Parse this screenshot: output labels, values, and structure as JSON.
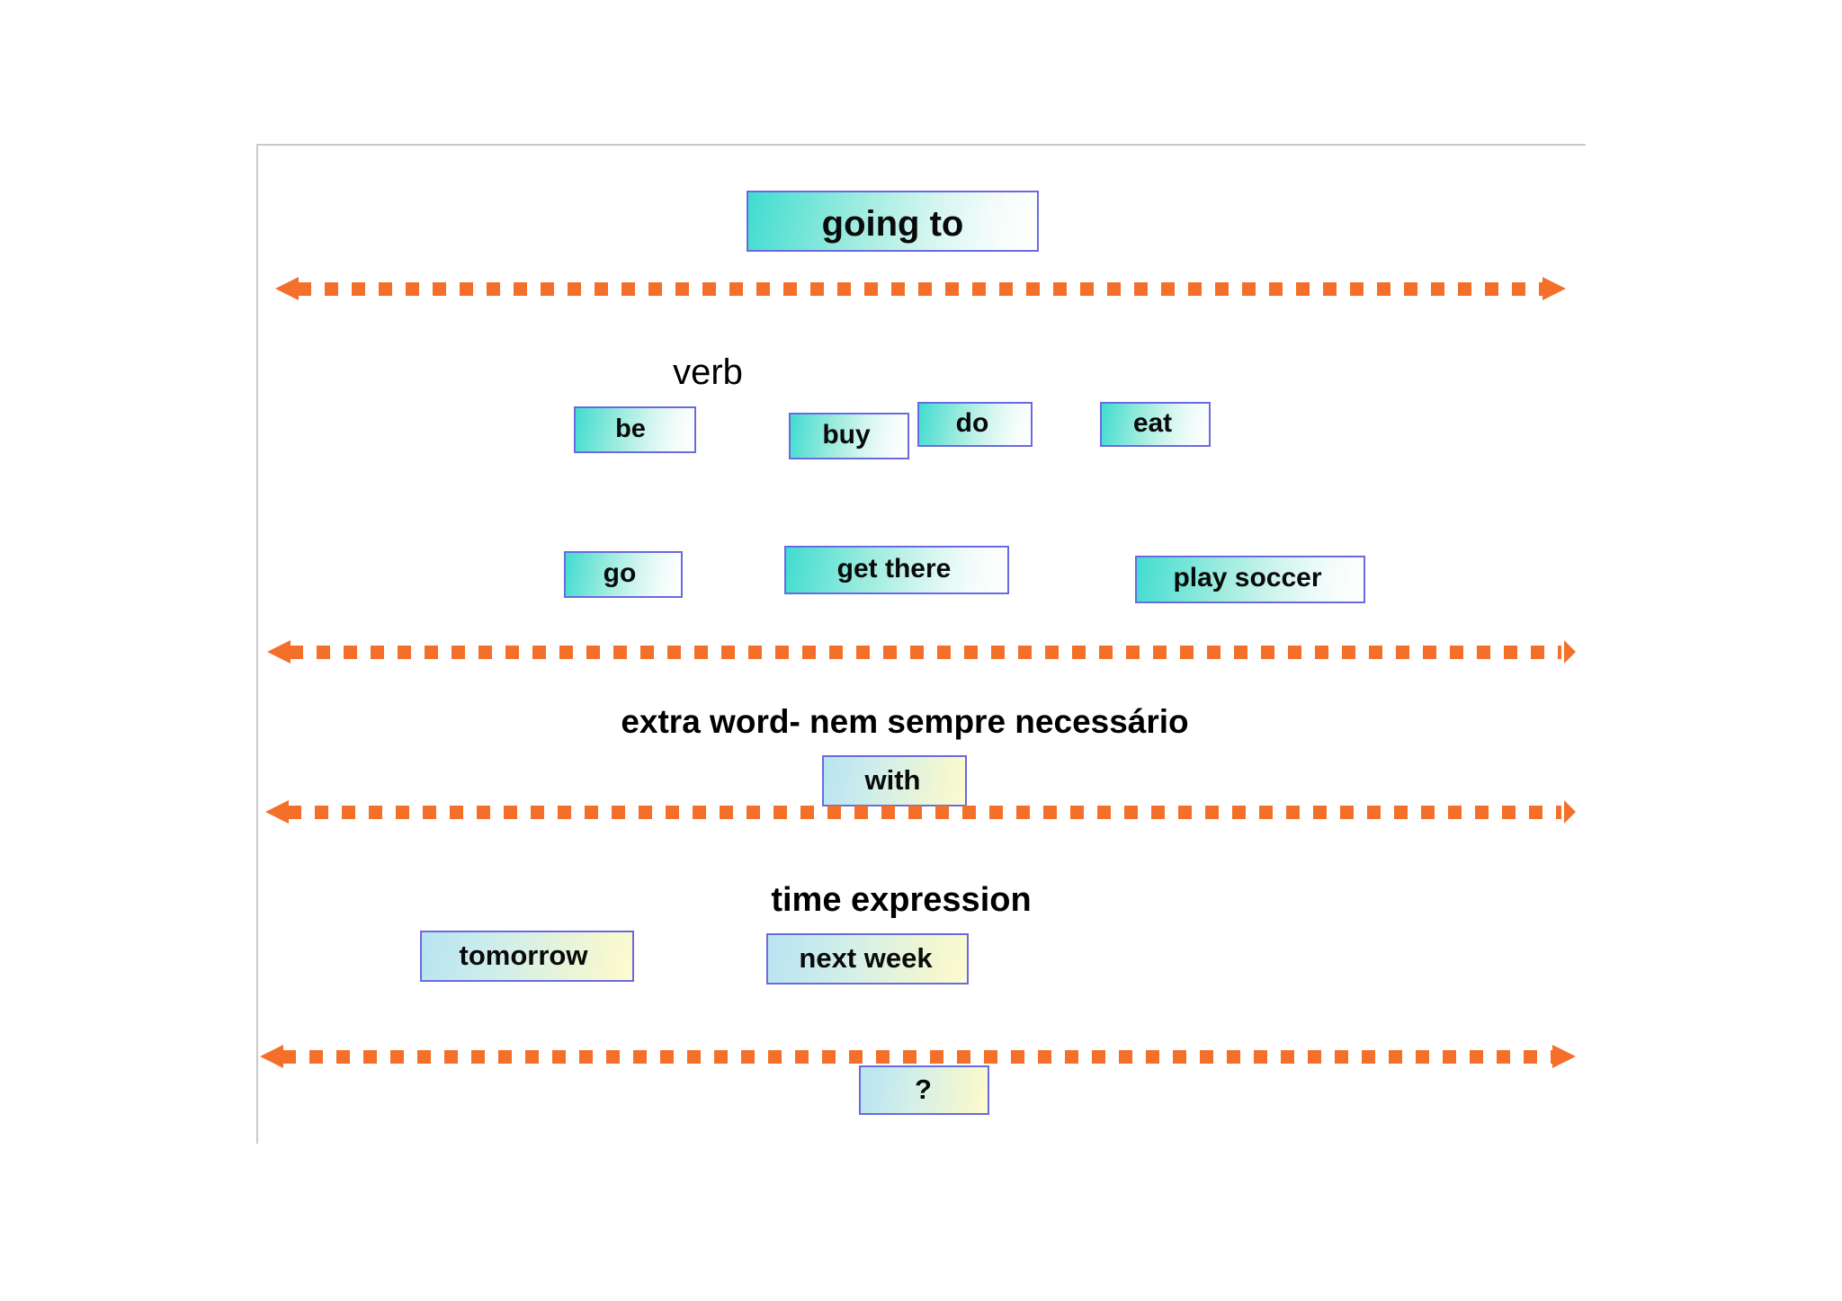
{
  "slide": {
    "title_box": {
      "label": "going to"
    },
    "sections": [
      {
        "id": "verb",
        "caption": "verb",
        "caption_weight": "regular",
        "rows": [
          [
            {
              "label": "be"
            },
            {
              "label": "buy"
            },
            {
              "label": "do"
            },
            {
              "label": "eat"
            }
          ],
          [
            {
              "label": "go"
            },
            {
              "label": "get there"
            },
            {
              "label": "play soccer"
            }
          ]
        ]
      },
      {
        "id": "extra-word",
        "caption": "extra word- nem sempre necessário",
        "caption_weight": "bold",
        "rows": [
          [
            {
              "label": "with"
            }
          ]
        ]
      },
      {
        "id": "time-expression",
        "caption": "time expression",
        "caption_weight": "bold",
        "rows": [
          [
            {
              "label": "tomorrow"
            },
            {
              "label": "next week"
            }
          ]
        ]
      },
      {
        "id": "question",
        "caption": "",
        "caption_weight": "regular",
        "rows": [
          [
            {
              "label": "?"
            }
          ]
        ]
      }
    ],
    "dividers": [
      {
        "name": "divider-after-title"
      },
      {
        "name": "divider-after-verbs"
      },
      {
        "name": "divider-after-extra-word"
      },
      {
        "name": "divider-after-time-expression"
      }
    ],
    "colors": {
      "arrow": "#f4702a",
      "box_border": "#6a6ae0",
      "box_gradient_teal_start": "#41dcd0",
      "box_gradient_teal_end": "#ffffff",
      "box_gradient_cream_start": "#b8e4f0",
      "box_gradient_cream_end": "#fdfbd2",
      "frame_border": "#c9c9c9",
      "text": "#000000",
      "background": "#ffffff"
    }
  }
}
